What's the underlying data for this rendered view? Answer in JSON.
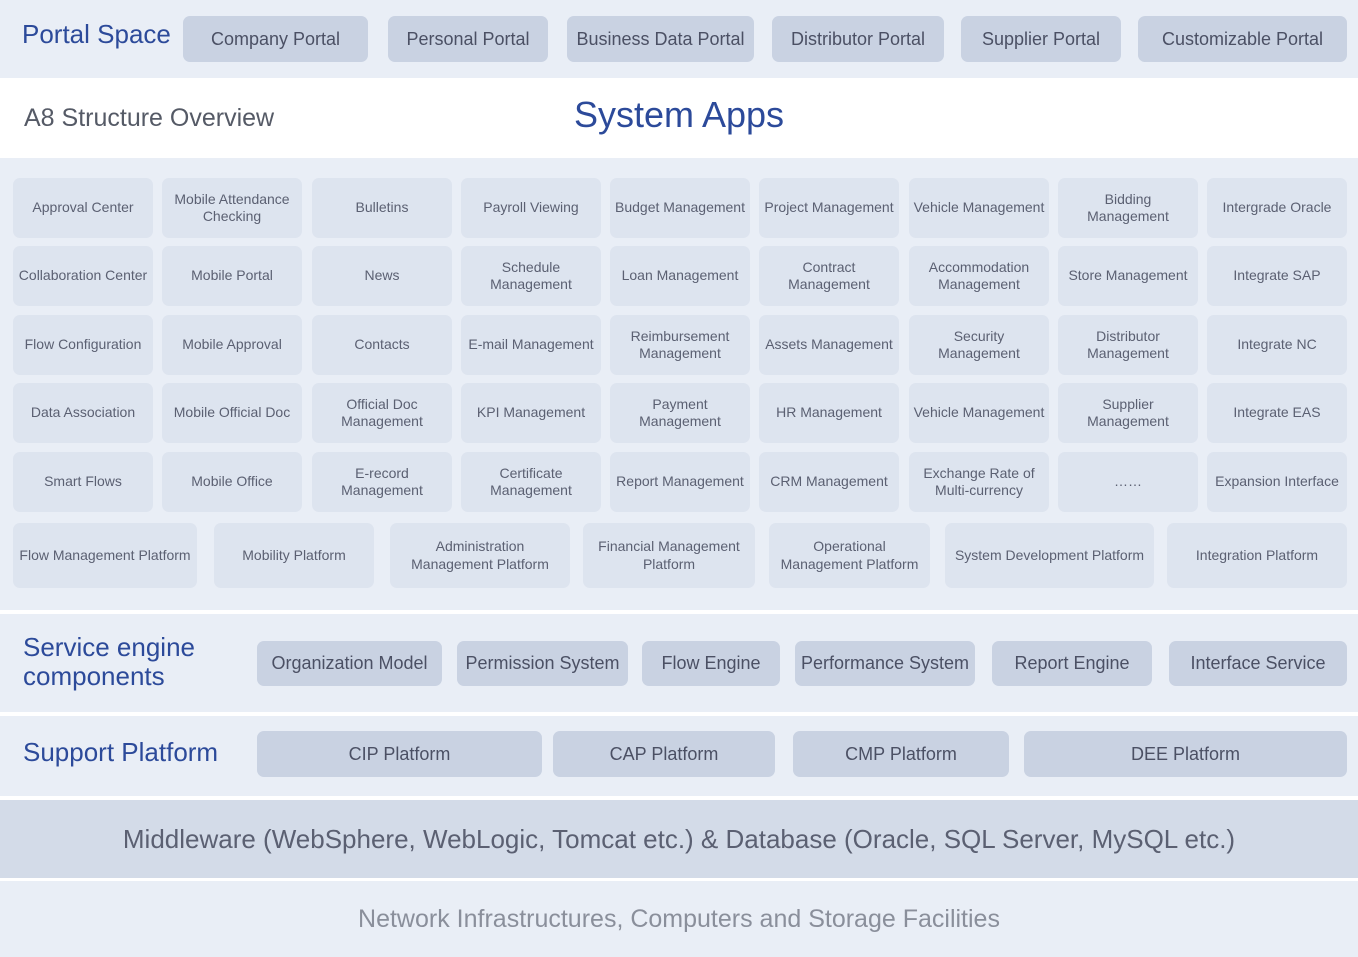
{
  "portal": {
    "title": "Portal Space",
    "items": [
      "Company Portal",
      "Personal Portal",
      "Business Data Portal",
      "Distributor Portal",
      "Supplier Portal",
      "Customizable Portal"
    ]
  },
  "header": {
    "overview": "A8 Structure Overview",
    "system_apps": "System Apps"
  },
  "apps": {
    "rows": [
      [
        "Approval Center",
        "Mobile Attendance Checking",
        "Bulletins",
        "Payroll  Viewing",
        "Budget Management",
        "Project Management",
        "Vehicle Management",
        "Bidding Management",
        "Intergrade Oracle"
      ],
      [
        "Collaboration Center",
        "Mobile Portal",
        "News",
        "Schedule Management",
        "Loan Management",
        "Contract Management",
        "Accommodation Management",
        "Store Management",
        "Integrate SAP"
      ],
      [
        "Flow Configuration",
        "Mobile Approval",
        "Contacts",
        "E-mail Management",
        "Reimbursement Management",
        "Assets Management",
        "Security Management",
        "Distributor Management",
        "Integrate NC"
      ],
      [
        "Data Association",
        "Mobile Official Doc",
        "Official Doc Management",
        "KPI Management",
        "Payment Management",
        "HR Management",
        "Vehicle Management",
        "Supplier Management",
        "Integrate EAS"
      ],
      [
        "Smart Flows",
        "Mobile Office",
        "E-record Management",
        "Certificate Management",
        "Report Management",
        "CRM Management",
        "Exchange Rate of Multi-currency",
        "……",
        "Expansion Interface"
      ]
    ],
    "platforms": [
      "Flow Management Platform",
      "Mobility Platform",
      "Administration Management Platform",
      "Financial Management Platform",
      "Operational Management Platform",
      "System Development Platform",
      "Integration Platform"
    ]
  },
  "service": {
    "title": "Service engine components",
    "items": [
      "Organization Model",
      "Permission System",
      "Flow Engine",
      "Performance System",
      "Report Engine",
      "Interface Service"
    ]
  },
  "support": {
    "title": "Support Platform",
    "items": [
      "CIP Platform",
      "CAP Platform",
      "CMP Platform",
      "DEE Platform"
    ]
  },
  "middleware": "Middleware (WebSphere, WebLogic, Tomcat etc.) & Database (Oracle, SQL Server, MySQL etc.)",
  "network": "Network Infrastructures, Computers and Storage Facilities",
  "colors": {
    "band": "#e9eef6",
    "pill": "#c9d2e2",
    "app": "#dde4ef",
    "title": "#2c4a9a",
    "middleware_band": "#d3dbe8"
  }
}
